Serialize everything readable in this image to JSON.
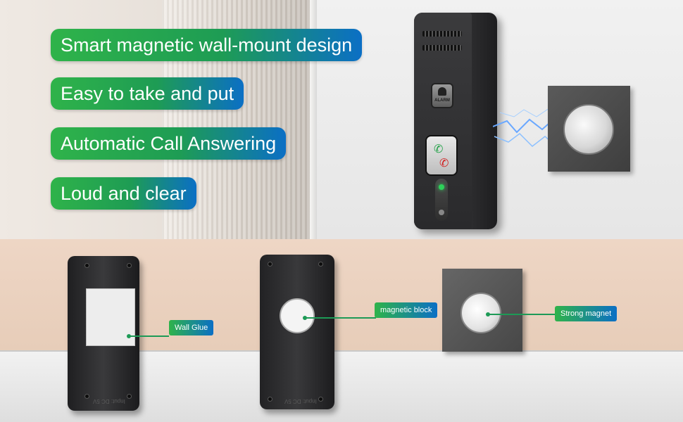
{
  "features": [
    "Smart magnetic wall-mount design",
    "Easy to take and put",
    "Automatic Call Answering",
    "Loud and clear"
  ],
  "callouts": {
    "wall_glue": "Wall Glue",
    "magnetic_block": "magnetic block",
    "strong_magnet": "Strong magnet"
  },
  "device": {
    "alarm_label": "ALARM",
    "input_text": "Input: DC 5V"
  },
  "colors": {
    "pill_green": "#2fb34a",
    "pill_blue": "#0b6fc5",
    "call_green": "#1da043",
    "hangup_red": "#d11e1e",
    "led_green": "#2ed15a"
  }
}
